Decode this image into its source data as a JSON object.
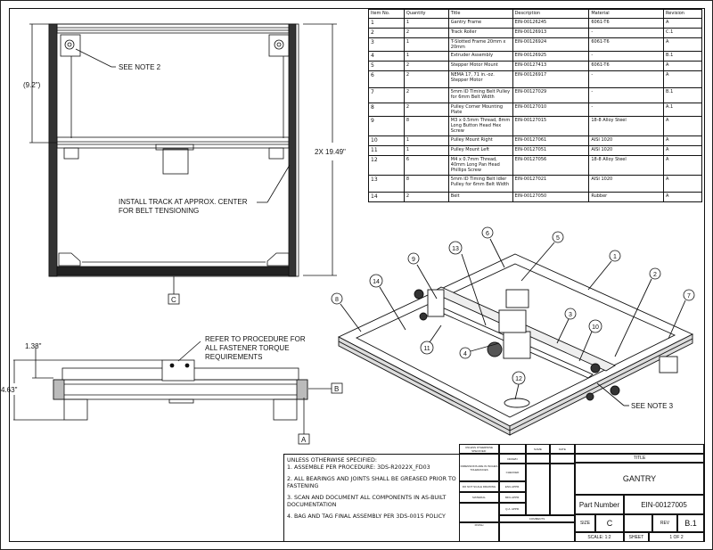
{
  "bom": {
    "headers": [
      "Item No.",
      "Quantity",
      "Title",
      "Description",
      "Material",
      "Revision"
    ],
    "rows": [
      [
        "1",
        "1",
        "Gantry Frame",
        "EIN-00126245",
        "6061-T6",
        "A"
      ],
      [
        "2",
        "2",
        "Track Roller",
        "EIN-00126913",
        "-",
        "C.1"
      ],
      [
        "3",
        "1",
        "T-Slotted Frame 20mm x 20mm",
        "EIN-00126924",
        "6061-T6",
        "A"
      ],
      [
        "4",
        "1",
        "Extruder Assembly",
        "EIN-00126925",
        "-",
        "B.1"
      ],
      [
        "5",
        "2",
        "Stepper Motor Mount",
        "EIN-00127413",
        "6061-T6",
        "A"
      ],
      [
        "6",
        "2",
        "NEMA 17, 71 in.-oz. Stepper Motor",
        "EIN-00126917",
        "-",
        "A"
      ],
      [
        "7",
        "2",
        "5mm ID Timing Belt Pulley for 6mm Belt Width",
        "EIN-00127029",
        "-",
        "B.1"
      ],
      [
        "8",
        "2",
        "Pulley Corner Mounting Plate",
        "EIN-00127010",
        "-",
        "A.1"
      ],
      [
        "9",
        "8",
        "M3 x 0.5mm Thread, 8mm Long Button Head Hex Screw",
        "EIN-00127015",
        "18-8 Alloy Steel",
        "A"
      ],
      [
        "10",
        "1",
        "Pulley Mount Right",
        "EIN-00127061",
        "AISI 1020",
        "A"
      ],
      [
        "11",
        "1",
        "Pulley Mount Left",
        "EIN-00127051",
        "AISI 1020",
        "A"
      ],
      [
        "12",
        "6",
        "M4 x 0.7mm Thread, 40mm Long Pan Head Phillips Screw",
        "EIN-00127056",
        "18-8 Alloy Steel",
        "A"
      ],
      [
        "13",
        "8",
        "5mm ID Timing Belt Idler Pulley for 6mm Belt Width",
        "EIN-00127021",
        "AISI 1020",
        "A"
      ],
      [
        "14",
        "2",
        "Belt",
        "EIN-00127050",
        "Rubber",
        "A"
      ]
    ]
  },
  "top_view": {
    "note2": "SEE NOTE 2",
    "dim_92": "(9.2\")",
    "dim_1949": "2X 19.49\"",
    "track_note_1": "INSTALL TRACK AT APPROX. CENTER",
    "track_note_2": "FOR BELT TENSIONING",
    "datum_c": "C"
  },
  "front_view": {
    "dim_138": "1.38\"",
    "dim_463": "4.63\"",
    "torque_1": "REFER TO PROCEDURE FOR",
    "torque_2": "ALL FASTENER TORQUE",
    "torque_3": "REQUIREMENTS",
    "datum_b": "B",
    "datum_a": "A"
  },
  "iso_view": {
    "balloons": {
      "b1": "1",
      "b2": "2",
      "b3": "3",
      "b4": "4",
      "b5": "5",
      "b6": "6",
      "b7": "7",
      "b8": "8",
      "b9": "9",
      "b10": "10",
      "b11": "11",
      "b12": "12",
      "b13": "13",
      "b14": "14"
    },
    "note3": "SEE NOTE 3"
  },
  "notes": {
    "header": "UNLESS OTHERWISE SPECIFIED:",
    "n1": "1. ASSEMBLE PER PROCEDURE: 3DS-R2022X_FD03",
    "n2": "2. ALL BEARINGS AND JOINTS SHALL BE GREASED PRIOR TO FASTENING",
    "n3": "3. SCAN AND DOCUMENT ALL COMPONENTS IN AS-BUILT DOCUMENTATION",
    "n4": "4. BAG AND TAG FINAL ASSEMBLY PER 3DS-0015 POLICY"
  },
  "title_block": {
    "unless": "UNLESS OTHERWISE SPECIFIED:",
    "name": "NAME",
    "date": "DATE",
    "dims": "DIMENSIONS ARE IN INCHES TOLERANCES",
    "drawn": "DRAWN",
    "checked": "CHECKED",
    "do_not_scale": "DO NOT SCALE DRAWING",
    "material": "MATERIAL",
    "eng": "ENG APPR.",
    "mfg": "MFG APPR.",
    "qa": "Q.A. APPR.",
    "comments": "COMMENTS",
    "finish": "FINISH",
    "title_label": "TITLE",
    "title": "GANTRY",
    "part_number_label": "Part Number",
    "part_number": "EIN-00127005",
    "size_label": "SIZE",
    "size": "C",
    "rev_label": "REV",
    "rev": "B.1",
    "scale": "SCALE: 1:2",
    "sheet_label": "SHEET",
    "sheet": "1 OF 2"
  }
}
